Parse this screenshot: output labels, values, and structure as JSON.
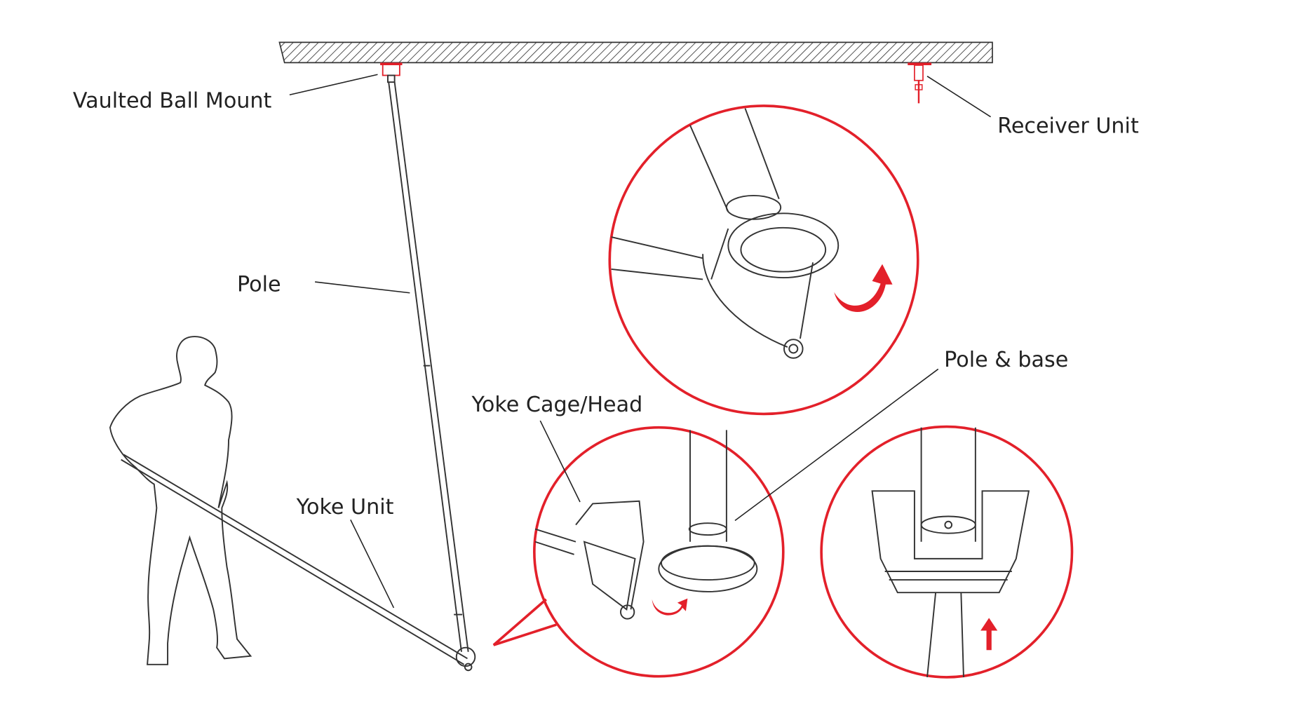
{
  "labels": {
    "vaulted_ball_mount": "Vaulted Ball Mount",
    "receiver_unit": "Receiver Unit",
    "pole": "Pole",
    "yoke_unit": "Yoke Unit",
    "yoke_cage_head": "Yoke Cage/Head",
    "pole_and_base": "Pole & base"
  },
  "colors": {
    "accent": "#e3202a",
    "line": "#222222"
  }
}
